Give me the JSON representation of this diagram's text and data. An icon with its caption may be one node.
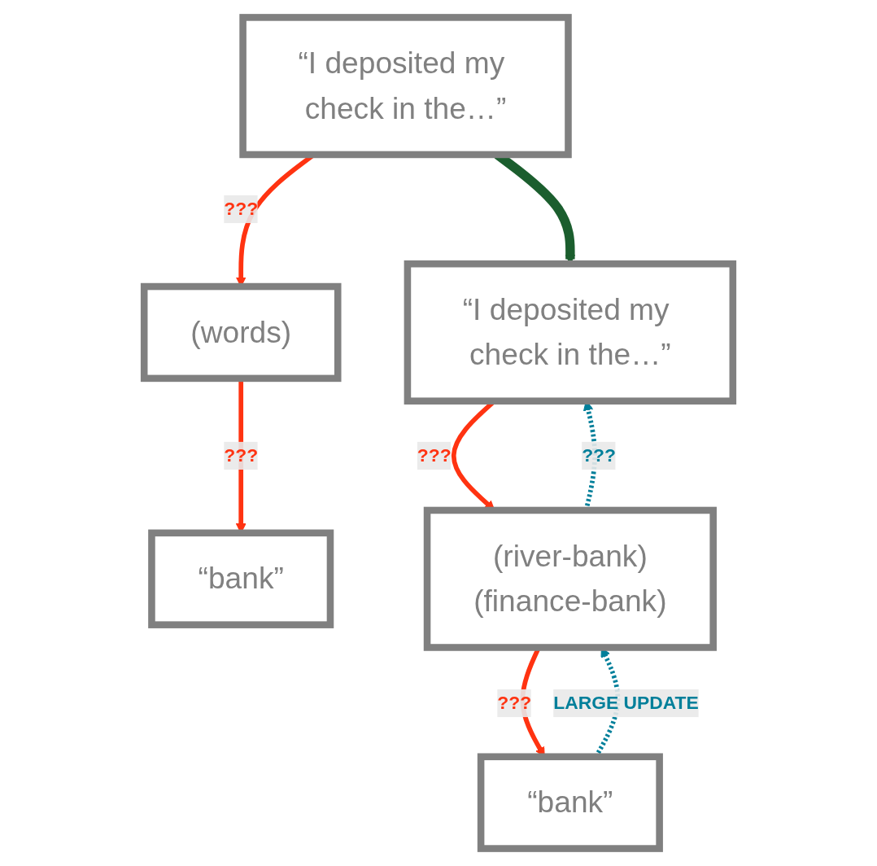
{
  "diagram": {
    "nodes": [
      {
        "text": [
          "“I deposited my check in the…”"
        ]
      },
      {
        "text": [
          "(words)"
        ]
      },
      {
        "text": [
          "“bank”"
        ]
      },
      {
        "text": [
          "“I deposited my check in the…”"
        ]
      },
      {
        "text": [
          "(river-bank)",
          "(finance-bank)"
        ]
      },
      {
        "text": [
          "“bank”"
        ]
      }
    ],
    "edges": [
      {
        "from": 0,
        "to": 1,
        "arrow": "to",
        "label": "???",
        "color": "#ff3311"
      },
      {
        "from": 1,
        "to": 2,
        "arrow": "to",
        "label": "???",
        "color": "#ff3311"
      },
      {
        "from": 0,
        "to": 3,
        "arrow": "to",
        "style": "thick",
        "color": "#1b5e2e"
      },
      {
        "from": 3,
        "to": 4,
        "arrow": "to",
        "label": "???",
        "color": "#ff3311"
      },
      {
        "from": 4,
        "to": 5,
        "arrow": "to",
        "label": "???",
        "color": "#ff3311"
      },
      {
        "from": 4,
        "to": 3,
        "arrow": "to",
        "label": "???",
        "style": "dashed",
        "color": "#007f9a"
      },
      {
        "from": 5,
        "to": 4,
        "arrow": "to",
        "label": "LARGE UPDATE",
        "style": "dashed",
        "color": "#007f9a"
      }
    ]
  }
}
